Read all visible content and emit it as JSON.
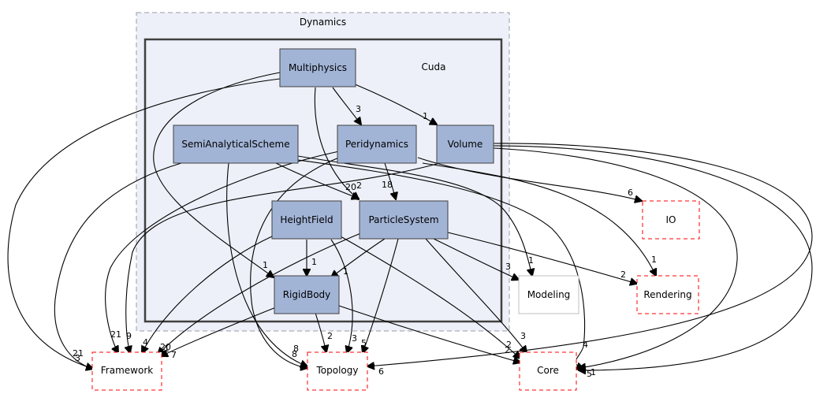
{
  "clusters": {
    "outer": "Dynamics",
    "inner": "Cuda"
  },
  "nodes": {
    "multiphysics": "Multiphysics",
    "semianalytical": "SemiAnalyticalScheme",
    "peridynamics": "Peridynamics",
    "volume": "Volume",
    "heightfield": "HeightField",
    "particlesystem": "ParticleSystem",
    "rigidbody": "RigidBody",
    "io": "IO",
    "modeling": "Modeling",
    "rendering": "Rendering",
    "framework": "Framework",
    "topology": "Topology",
    "core": "Core"
  },
  "edge_labels": {
    "mp_peri": "3",
    "mp_vol": "1",
    "peri_ps": "18",
    "semi_ps": "20",
    "mp_ps": "2",
    "peri_io": "6",
    "vol_rendering": "1",
    "ps_modeling": "3",
    "semi_modeling": "1",
    "ps_rendering": "2",
    "hf_rb": "1",
    "ps_rb": "1",
    "mp_rb": "1",
    "fw_a": "21",
    "fw_b": "3",
    "fw_c": "21",
    "fw_d": "9",
    "fw_e": "4",
    "fw_f": "20",
    "fw_g": "1",
    "fw_h": "7",
    "topo_a": "8",
    "topo_b": "8",
    "topo_c": "2",
    "topo_d": "3",
    "topo_e": "5",
    "topo_f": "6",
    "core_a": "2",
    "core_b": "2",
    "core_c": "3",
    "core_d": "4",
    "core_e": "5",
    "core_f": "1"
  },
  "colors": {
    "module_fill": "#a2b4d6",
    "external_border": "#ff0000",
    "cluster_fill": "#edf0f8"
  }
}
